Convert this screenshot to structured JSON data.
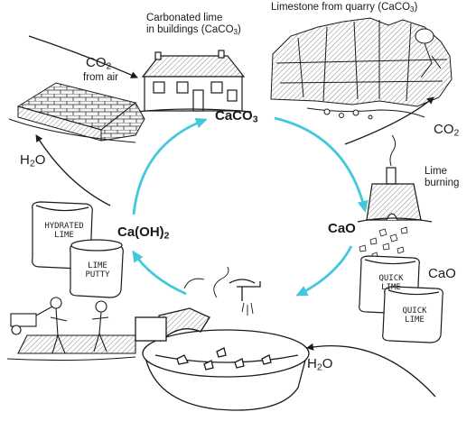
{
  "colors": {
    "cycle_arrow": "#43c7dd",
    "ink": "#1a1a1a",
    "background": "#ffffff"
  },
  "labels": {
    "carbonated_lime_line1": "Carbonated lime",
    "carbonated_lime_line2": "in buildings (CaCO",
    "carbonated_lime_sub": "3",
    "carbonated_lime_end": ")",
    "limestone": "Limestone from quarry (CaCO",
    "limestone_sub": "3",
    "limestone_end": ")",
    "co2_from_air_main": "CO",
    "co2_from_air_sub": "2",
    "from_air": "from air",
    "co2_right_main": "CO",
    "co2_right_sub": "2",
    "h2o_left_main": "H",
    "h2o_left_sub": "2",
    "h2o_left_end": "O",
    "h2o_bottom_main": "H",
    "h2o_bottom_sub": "2",
    "h2o_bottom_end": "O",
    "lime_burning_line1": "Lime",
    "lime_burning_line2": "burning",
    "cao_right": "CaO"
  },
  "nodes": {
    "caco3_main": "CaCO",
    "caco3_sub": "3",
    "cao": "CaO",
    "caoh2_main": "Ca(OH)",
    "caoh2_sub": "2"
  },
  "bags": {
    "hydrated_lime": "HYDRATED\nLIME",
    "lime_putty": "LIME\nPUTTY",
    "quick_lime_1": "QUICK\nLIME",
    "quick_lime_2": "QUICK\nLIME"
  },
  "icons": [
    "house-illustration",
    "brick-wall-illustration",
    "quarry-illustration",
    "kiln-illustration",
    "lime-bags-illustration",
    "slaking-tub-illustration",
    "workers-illustration"
  ]
}
